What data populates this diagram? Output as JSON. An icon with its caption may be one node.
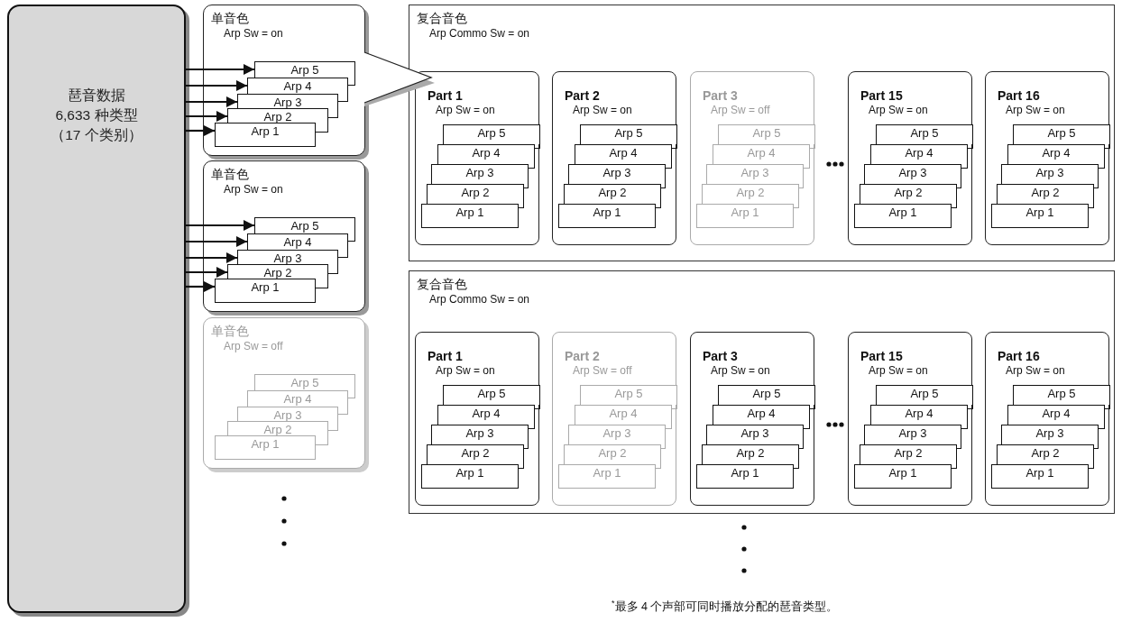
{
  "diagram": {
    "nodes": [
      {
        "text": [
          "琶音数据",
          "6,633 种类型",
          "（17 个类别）"
        ]
      },
      {
        "text": [
          "单音色",
          "Arp Sw = on"
        ]
      },
      {
        "text": [
          "Arp 5"
        ],
        "in": 1
      },
      {
        "text": [
          "Arp 4"
        ],
        "in": 1
      },
      {
        "text": [
          "Arp 3"
        ],
        "in": 1
      },
      {
        "text": [
          "Arp 2"
        ],
        "in": 1
      },
      {
        "text": [
          "Arp 1"
        ],
        "in": 1
      },
      {
        "text": [
          "单音色",
          "Arp Sw = on"
        ]
      },
      {
        "text": [
          "Arp 5"
        ],
        "in": 7
      },
      {
        "text": [
          "Arp 4"
        ],
        "in": 7
      },
      {
        "text": [
          "Arp 3"
        ],
        "in": 7
      },
      {
        "text": [
          "Arp 2"
        ],
        "in": 7
      },
      {
        "text": [
          "Arp 1"
        ],
        "in": 7
      },
      {
        "text": [
          "单音色",
          "Arp Sw = off"
        ]
      },
      {
        "text": [
          "Arp 5"
        ],
        "in": 13
      },
      {
        "text": [
          "Arp 4"
        ],
        "in": 13
      },
      {
        "text": [
          "Arp 3"
        ],
        "in": 13
      },
      {
        "text": [
          "Arp 2"
        ],
        "in": 13
      },
      {
        "text": [
          "Arp 1"
        ],
        "in": 13
      },
      {
        "text": [
          "复合音色",
          "Arp Commo Sw = on"
        ]
      },
      {
        "text": [
          "Part 1",
          "Arp Sw = on"
        ],
        "in": 19
      },
      {
        "text": [
          "Arp 5"
        ],
        "in": 20
      },
      {
        "text": [
          "Arp 4"
        ],
        "in": 20
      },
      {
        "text": [
          "Arp 3"
        ],
        "in": 20
      },
      {
        "text": [
          "Arp 2"
        ],
        "in": 20
      },
      {
        "text": [
          "Arp 1"
        ],
        "in": 20
      },
      {
        "text": [
          "Part 2",
          "Arp Sw = on"
        ],
        "in": 19
      },
      {
        "text": [
          "Arp 5"
        ],
        "in": 26
      },
      {
        "text": [
          "Arp 4"
        ],
        "in": 26
      },
      {
        "text": [
          "Arp 3"
        ],
        "in": 26
      },
      {
        "text": [
          "Arp 2"
        ],
        "in": 26
      },
      {
        "text": [
          "Arp 1"
        ],
        "in": 26
      },
      {
        "text": [
          "Part 3",
          "Arp Sw = off"
        ],
        "in": 19
      },
      {
        "text": [
          "Arp 5"
        ],
        "in": 32
      },
      {
        "text": [
          "Arp 4"
        ],
        "in": 32
      },
      {
        "text": [
          "Arp 3"
        ],
        "in": 32
      },
      {
        "text": [
          "Arp 2"
        ],
        "in": 32
      },
      {
        "text": [
          "Arp 1"
        ],
        "in": 32
      },
      {
        "text": [
          "Part 15",
          "Arp Sw = on"
        ],
        "in": 19
      },
      {
        "text": [
          "Arp 5"
        ],
        "in": 38
      },
      {
        "text": [
          "Arp 4"
        ],
        "in": 38
      },
      {
        "text": [
          "Arp 3"
        ],
        "in": 38
      },
      {
        "text": [
          "Arp 2"
        ],
        "in": 38
      },
      {
        "text": [
          "Arp 1"
        ],
        "in": 38
      },
      {
        "text": [
          "Part 16",
          "Arp Sw = on"
        ],
        "in": 19
      },
      {
        "text": [
          "Arp 5"
        ],
        "in": 44
      },
      {
        "text": [
          "Arp 4"
        ],
        "in": 44
      },
      {
        "text": [
          "Arp 3"
        ],
        "in": 44
      },
      {
        "text": [
          "Arp 2"
        ],
        "in": 44
      },
      {
        "text": [
          "Arp 1"
        ],
        "in": 44
      },
      {
        "text": [
          "复合音色",
          "Arp Commo Sw = on"
        ]
      },
      {
        "text": [
          "Part 1",
          "Arp Sw = on"
        ],
        "in": 50
      },
      {
        "text": [
          "Arp 5"
        ],
        "in": 51
      },
      {
        "text": [
          "Arp 4"
        ],
        "in": 51
      },
      {
        "text": [
          "Arp 3"
        ],
        "in": 51
      },
      {
        "text": [
          "Arp 2"
        ],
        "in": 51
      },
      {
        "text": [
          "Arp 1"
        ],
        "in": 51
      },
      {
        "text": [
          "Part 2",
          "Arp Sw = off"
        ],
        "in": 50
      },
      {
        "text": [
          "Arp 5"
        ],
        "in": 57
      },
      {
        "text": [
          "Arp 4"
        ],
        "in": 57
      },
      {
        "text": [
          "Arp 3"
        ],
        "in": 57
      },
      {
        "text": [
          "Arp 2"
        ],
        "in": 57
      },
      {
        "text": [
          "Arp 1"
        ],
        "in": 57
      },
      {
        "text": [
          "Part 3",
          "Arp Sw = on"
        ],
        "in": 50
      },
      {
        "text": [
          "Arp 5"
        ],
        "in": 63
      },
      {
        "text": [
          "Arp 4"
        ],
        "in": 63
      },
      {
        "text": [
          "Arp 3"
        ],
        "in": 63
      },
      {
        "text": [
          "Arp 2"
        ],
        "in": 63
      },
      {
        "text": [
          "Arp 1"
        ],
        "in": 63
      },
      {
        "text": [
          "Part 15",
          "Arp Sw = on"
        ],
        "in": 50
      },
      {
        "text": [
          "Arp 5"
        ],
        "in": 69
      },
      {
        "text": [
          "Arp 4"
        ],
        "in": 69
      },
      {
        "text": [
          "Arp 3"
        ],
        "in": 69
      },
      {
        "text": [
          "Arp 2"
        ],
        "in": 69
      },
      {
        "text": [
          "Arp 1"
        ],
        "in": 69
      },
      {
        "text": [
          "Part 16",
          "Arp Sw = on"
        ],
        "in": 50
      },
      {
        "text": [
          "Arp 5"
        ],
        "in": 75
      },
      {
        "text": [
          "Arp 4"
        ],
        "in": 75
      },
      {
        "text": [
          "Arp 3"
        ],
        "in": 75
      },
      {
        "text": [
          "Arp 2"
        ],
        "in": 75
      },
      {
        "text": [
          "Arp 1"
        ],
        "in": 75
      }
    ],
    "edges": [
      {
        "from": 0,
        "to": 2,
        "arrow": "to"
      },
      {
        "from": 0,
        "to": 3,
        "arrow": "to"
      },
      {
        "from": 0,
        "to": 4,
        "arrow": "to"
      },
      {
        "from": 0,
        "to": 5,
        "arrow": "to"
      },
      {
        "from": 0,
        "to": 6,
        "arrow": "to"
      },
      {
        "from": 0,
        "to": 8,
        "arrow": "to"
      },
      {
        "from": 0,
        "to": 9,
        "arrow": "to"
      },
      {
        "from": 0,
        "to": 10,
        "arrow": "to"
      },
      {
        "from": 0,
        "to": 11,
        "arrow": "to"
      },
      {
        "from": 0,
        "to": 12,
        "arrow": "to"
      }
    ],
    "labels": [
      "$^{*}$最多 4 个声部可同时播放分配的琶音类型。"
    ]
  }
}
